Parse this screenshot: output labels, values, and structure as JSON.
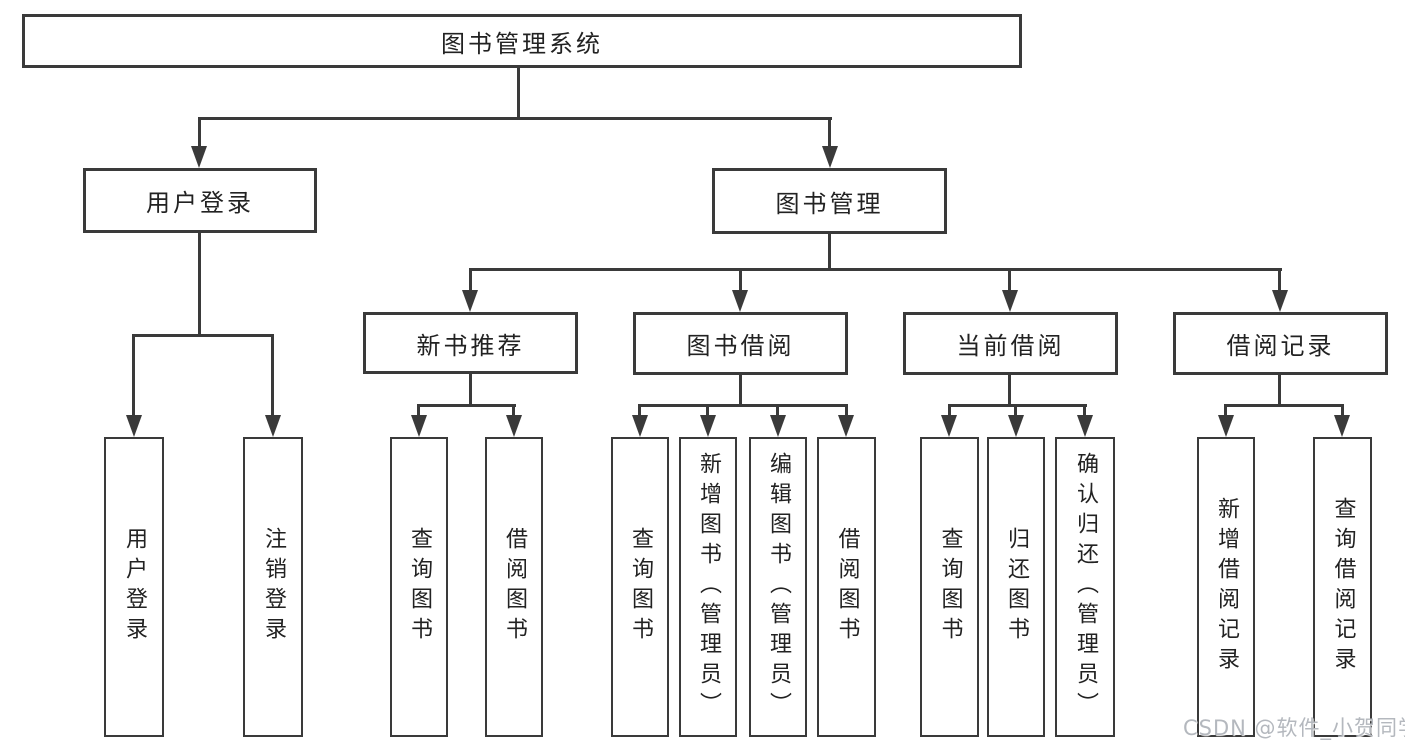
{
  "colors": {
    "line": "#3a3a3a",
    "text": "#222222",
    "background": "#ffffff",
    "watermark": "#b4b8be"
  },
  "watermark": {
    "text": "CSDN @软件_小贺同学"
  },
  "tree": {
    "label": "图书管理系统",
    "children": [
      {
        "label": "用户登录",
        "children": [
          {
            "label": "用户登录"
          },
          {
            "label": "注销登录"
          }
        ]
      },
      {
        "label": "图书管理",
        "children": [
          {
            "label": "新书推荐",
            "children": [
              {
                "label": "查询图书"
              },
              {
                "label": "借阅图书"
              }
            ]
          },
          {
            "label": "图书借阅",
            "children": [
              {
                "label": "查询图书"
              },
              {
                "label": "新增图书（管理员）"
              },
              {
                "label": "编辑图书（管理员）"
              },
              {
                "label": "借阅图书"
              }
            ]
          },
          {
            "label": "当前借阅",
            "children": [
              {
                "label": "查询图书"
              },
              {
                "label": "归还图书"
              },
              {
                "label": "确认归还（管理员）"
              }
            ]
          },
          {
            "label": "借阅记录",
            "children": [
              {
                "label": "新增借阅记录"
              },
              {
                "label": "查询借阅记录"
              }
            ]
          }
        ]
      }
    ]
  }
}
